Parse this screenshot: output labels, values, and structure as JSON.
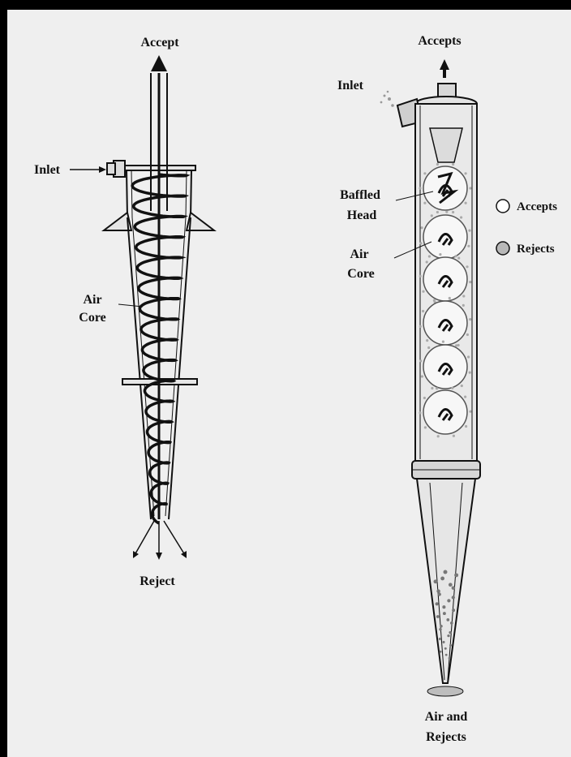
{
  "left_diagram": {
    "accept_label": "Accept",
    "inlet_label": "Inlet",
    "air_core_label_line1": "Air",
    "air_core_label_line2": "Core",
    "reject_label": "Reject"
  },
  "right_diagram": {
    "accepts_label": "Accepts",
    "inlet_label": "Inlet",
    "baffled_head_line1": "Baffled",
    "baffled_head_line2": "Head",
    "air_core_line1": "Air",
    "air_core_line2": "Core",
    "bottom_label_line1": "Air and",
    "bottom_label_line2": "Rejects"
  },
  "legend": {
    "accepts_label": "Accepts",
    "rejects_label": "Rejects",
    "accepts_color": "#ffffff",
    "rejects_color": "#b8b8b8"
  },
  "colors": {
    "frame_border": "#000000",
    "background": "#efefef",
    "ink": "#111111"
  }
}
